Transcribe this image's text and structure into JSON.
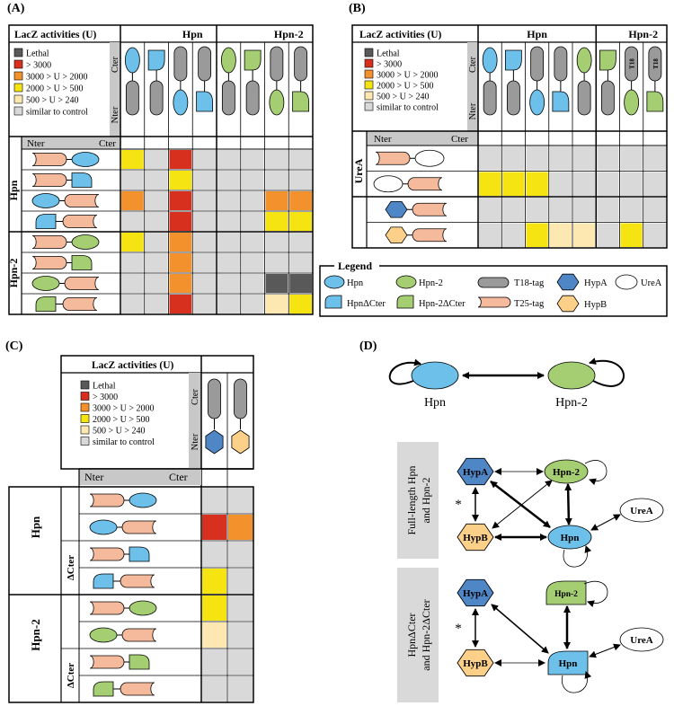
{
  "panels": {
    "A": "(A)",
    "B": "(B)",
    "C": "(C)",
    "D": "(D)"
  },
  "header_title": "LacZ activities (U)",
  "legend_levels": [
    {
      "label": "Lethal",
      "color": "#595959"
    },
    {
      "label": "> 3000",
      "color": "#d7301f"
    },
    {
      "label": "3000 > U > 2000",
      "color": "#f3922d"
    },
    {
      "label": "2000 > U > 500",
      "color": "#f6e412"
    },
    {
      "label": "500 > U > 240",
      "color": "#fde8b1"
    },
    {
      "label": "similar to control",
      "color": "#d9d9d9"
    }
  ],
  "colors": {
    "hpn": "#6cc0ea",
    "hpn2": "#a5cd72",
    "t18": "#9a9a9a",
    "t25": "#f5b99c",
    "hypA": "#4f86c6",
    "hypB": "#fdd08a",
    "ureA": "#ffffff",
    "header_gray": "#c8c8c8"
  },
  "labels": {
    "hpn": "Hpn",
    "hpn2": "Hpn-2",
    "cter": "Cter",
    "nter": "Nter",
    "ureA": "UreA",
    "dcter": "ΔCter",
    "t18": "T18",
    "hypA": "HypA",
    "hypB": "HypB"
  },
  "legend_box": {
    "title": "Legend",
    "items": [
      "Hpn",
      "Hpn-2",
      "T18-tag",
      "HypA",
      "UreA",
      "HpnΔCter",
      "Hpn-2ΔCter",
      "T25-tag",
      "HypB"
    ]
  },
  "panelD": {
    "top": {
      "left": "Hpn",
      "right": "Hpn-2"
    },
    "box1": [
      "Full-length Hpn",
      "and Hpn-2"
    ],
    "box2": [
      "HpnΔCter",
      "and Hpn-2ΔCter"
    ],
    "nodes": {
      "hypA": "HypA",
      "hypB": "HypB",
      "hpn2": "Hpn-2",
      "hpn": "Hpn",
      "ureA": "UreA"
    },
    "star": "*"
  },
  "grid_A": [
    [
      "Y",
      "G",
      "R",
      "G",
      "G",
      "G",
      "G",
      "G"
    ],
    [
      "G",
      "G",
      "Y",
      "G",
      "G",
      "G",
      "G",
      "G"
    ],
    [
      "O",
      "G",
      "R",
      "G",
      "G",
      "G",
      "O",
      "O"
    ],
    [
      "G",
      "G",
      "R",
      "G",
      "G",
      "G",
      "Y",
      "Y"
    ],
    [
      "Y",
      "G",
      "O",
      "G",
      "G",
      "G",
      "G",
      "G"
    ],
    [
      "G",
      "G",
      "O",
      "G",
      "G",
      "G",
      "G",
      "G"
    ],
    [
      "G",
      "G",
      "O",
      "G",
      "G",
      "G",
      "L",
      "L"
    ],
    [
      "G",
      "G",
      "R",
      "G",
      "G",
      "G",
      "P",
      "Y"
    ]
  ],
  "grid_B": [
    [
      "G",
      "G",
      "G",
      "G",
      "G",
      "G",
      "G",
      "G"
    ],
    [
      "Y",
      "Y",
      "Y",
      "G",
      "G",
      "G",
      "G",
      "G"
    ],
    [
      "G",
      "G",
      "G",
      "G",
      "G",
      "G",
      "G",
      "G"
    ],
    [
      "G",
      "G",
      "Y",
      "P",
      "P",
      "G",
      "Y",
      "G"
    ]
  ],
  "grid_C": [
    [
      "G",
      "G"
    ],
    [
      "R",
      "O"
    ],
    [
      "G",
      "G"
    ],
    [
      "Y",
      "G"
    ],
    [
      "Y",
      "G"
    ],
    [
      "P",
      "G"
    ],
    [
      "G",
      "G"
    ],
    [
      "G",
      "G"
    ]
  ]
}
